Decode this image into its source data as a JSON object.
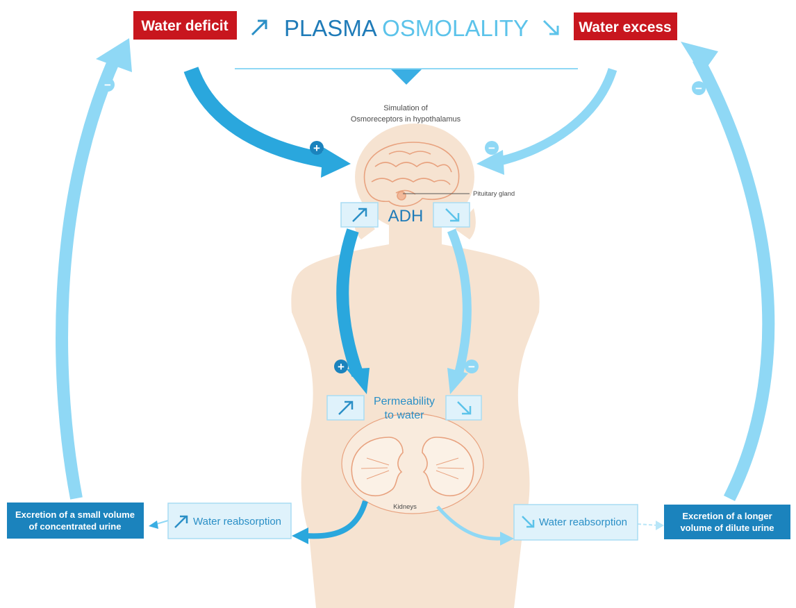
{
  "colors": {
    "red": "#c8161e",
    "dark_blue": "#1b83bd",
    "mid_blue": "#2aa7dd",
    "light_blue": "#8fd8f5",
    "pale_blue": "#dff2fb",
    "skin": "#f6e3d1",
    "organ_line": "#e8a27f"
  },
  "header": {
    "water_deficit": "Water deficit",
    "title_part1": "PLASMA ",
    "title_part2": "OSMOLALITY",
    "water_excess": "Water excess",
    "up_arrow_icon": "arrow-up-right-icon",
    "down_arrow_icon": "arrow-down-right-icon"
  },
  "brain": {
    "stimulation_line1": "Simulation of",
    "stimulation_line2": "Osmoreceptors in hypothalamus",
    "pituitary": "Pituitary gland",
    "adh": "ADH"
  },
  "kidney": {
    "permeability_line1": "Permeability",
    "permeability_line2": "to water",
    "kidneys": "Kidneys"
  },
  "bottom": {
    "left_reabsorption": "Water reabsorption",
    "right_reabsorption": "Water reabsorption",
    "left_excretion_line1": "Excretion of a small volume",
    "left_excretion_line2": "of concentrated urine",
    "right_excretion_line1": "Excretion of a longer",
    "right_excretion_line2": "volume of dilute urine"
  },
  "signs": {
    "plus": "+",
    "minus": "−"
  }
}
